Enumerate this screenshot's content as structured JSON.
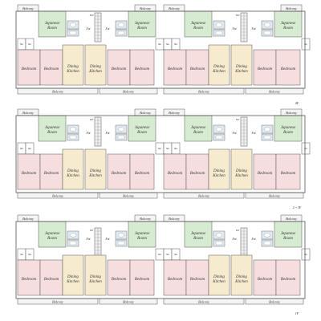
{
  "floors": [
    {
      "id": "floor-4",
      "label": "4F"
    },
    {
      "id": "floor-2-3",
      "label": "2・3F"
    },
    {
      "id": "floor-1",
      "label": "1F"
    }
  ],
  "labels": {
    "balcony": "Balcony",
    "japanese_line1": "Japanese",
    "japanese_line2": "Room",
    "bedroom": "Bedroom",
    "dining_line1": "Dining",
    "dining_line2": "Kitchen",
    "entrance": "Ent",
    "storage": "Sto",
    "washroom": "Wash",
    "bath": "Bath",
    "up": "UP",
    "down": "DN",
    "refrigerator": "Ref"
  },
  "colors": {
    "japanese": "#d7ead2",
    "bedroom": "#f6dede",
    "dining": "#f6ebcf",
    "balcony": "#f4f4f4",
    "wet": "#dfe9f2",
    "stairs": "#f0f0f0",
    "wall": "#555555",
    "text": "#333333"
  }
}
